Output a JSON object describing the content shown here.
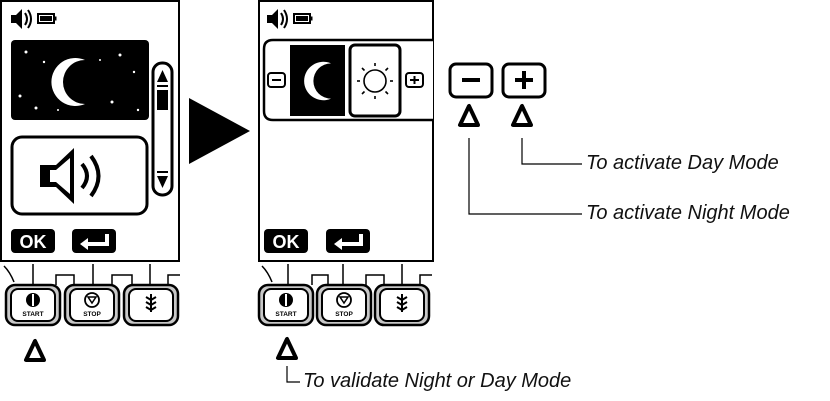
{
  "screen_left": {
    "status_icons": [
      "speaker-icon",
      "battery-icon"
    ],
    "menu_items": [
      "night-mode-moon-icon",
      "sound-speaker-icon"
    ],
    "softkeys": {
      "ok_label": "OK",
      "back_icon": "return-arrow-icon"
    }
  },
  "screen_right": {
    "status_icons": [
      "speaker-icon",
      "battery-icon"
    ],
    "mode_selector": [
      "minus-icon",
      "night-mode-moon-icon",
      "day-mode-sun-icon",
      "plus-icon"
    ],
    "softkeys": {
      "ok_label": "OK",
      "back_icon": "return-arrow-icon"
    }
  },
  "keypad": {
    "start_label": "START",
    "stop_label": "STOP"
  },
  "annotations": {
    "day_mode": "To activate Day Mode",
    "night_mode": "To activate Night Mode",
    "validate": "To validate Night or Day Mode"
  },
  "colors": {
    "ink": "#000000",
    "paper": "#ffffff",
    "key_fill": "#c8c8c8"
  }
}
